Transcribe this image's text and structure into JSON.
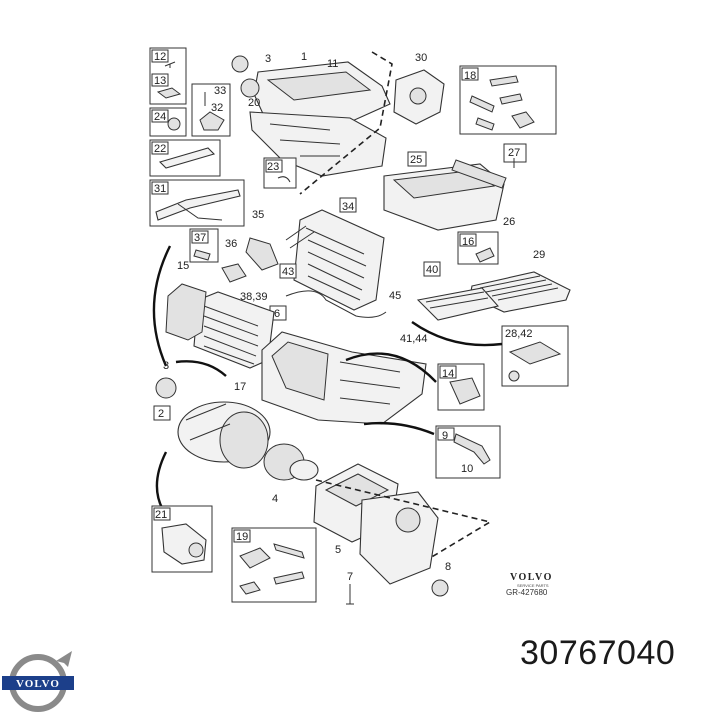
{
  "callouts": [
    {
      "id": "c12",
      "text": "12",
      "boxed": true
    },
    {
      "id": "c13",
      "text": "13",
      "boxed": true
    },
    {
      "id": "c24",
      "text": "24",
      "boxed": true
    },
    {
      "id": "c22",
      "text": "22",
      "boxed": true
    },
    {
      "id": "c31",
      "text": "31",
      "boxed": true
    },
    {
      "id": "c37",
      "text": "37",
      "boxed": true
    },
    {
      "id": "c3a",
      "text": "3",
      "boxed": false
    },
    {
      "id": "c33",
      "text": "33",
      "boxed": false
    },
    {
      "id": "c32",
      "text": "32",
      "boxed": false
    },
    {
      "id": "c20",
      "text": "20",
      "boxed": false
    },
    {
      "id": "c1",
      "text": "1",
      "boxed": true
    },
    {
      "id": "c11",
      "text": "11",
      "boxed": false
    },
    {
      "id": "c30",
      "text": "30",
      "boxed": false
    },
    {
      "id": "c18",
      "text": "18",
      "boxed": true
    },
    {
      "id": "c27",
      "text": "27",
      "boxed": true
    },
    {
      "id": "c23",
      "text": "23",
      "boxed": true
    },
    {
      "id": "c25",
      "text": "25",
      "boxed": true
    },
    {
      "id": "c26",
      "text": "26",
      "boxed": false
    },
    {
      "id": "c34",
      "text": "34",
      "boxed": true
    },
    {
      "id": "c35",
      "text": "35",
      "boxed": false
    },
    {
      "id": "c36",
      "text": "36",
      "boxed": false
    },
    {
      "id": "c15",
      "text": "15",
      "boxed": false
    },
    {
      "id": "c43",
      "text": "43",
      "boxed": true
    },
    {
      "id": "c16",
      "text": "16",
      "boxed": true
    },
    {
      "id": "c29",
      "text": "29",
      "boxed": false
    },
    {
      "id": "c40",
      "text": "40",
      "boxed": true
    },
    {
      "id": "c3839",
      "text": "38,39",
      "boxed": false
    },
    {
      "id": "c45",
      "text": "45",
      "boxed": false
    },
    {
      "id": "c4144",
      "text": "41,44",
      "boxed": false
    },
    {
      "id": "c6",
      "text": "6",
      "boxed": true
    },
    {
      "id": "c2842",
      "text": "28,42",
      "boxed": false
    },
    {
      "id": "c14",
      "text": "14",
      "boxed": true
    },
    {
      "id": "c3b",
      "text": "3",
      "boxed": false
    },
    {
      "id": "c17",
      "text": "17",
      "boxed": false
    },
    {
      "id": "c2",
      "text": "2",
      "boxed": true
    },
    {
      "id": "c9",
      "text": "9",
      "boxed": true
    },
    {
      "id": "c10",
      "text": "10",
      "boxed": false
    },
    {
      "id": "c4",
      "text": "4",
      "boxed": false
    },
    {
      "id": "c21",
      "text": "21",
      "boxed": true
    },
    {
      "id": "c19",
      "text": "19",
      "boxed": true
    },
    {
      "id": "c5",
      "text": "5",
      "boxed": false
    },
    {
      "id": "c7",
      "text": "7",
      "boxed": false
    },
    {
      "id": "c8",
      "text": "8",
      "boxed": false
    }
  ],
  "brand": {
    "wordmark": "VOLVO",
    "subtext": "SERVICE PARTS",
    "drawing_ref": "GR-427680"
  },
  "part_number": "30767040",
  "logo": {
    "text": "VOLVO",
    "color": "#1c3f8a",
    "ring_color": "#8a8a8a"
  }
}
